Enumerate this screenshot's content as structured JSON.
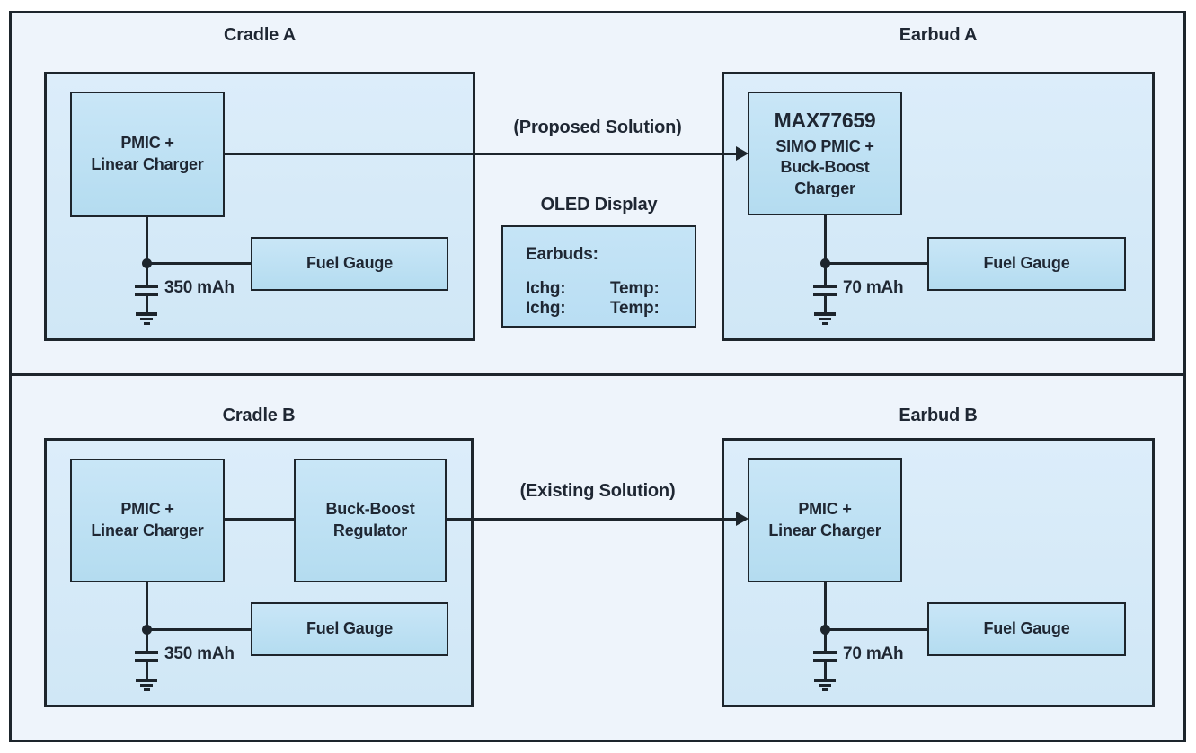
{
  "colors": {
    "line": "#1d252c",
    "text": "#1f2733",
    "panel_fill": "#eef4fb",
    "box_fill": "#d6eaf8",
    "block_fill": "#bee0f4"
  },
  "sections": [
    {
      "solution_label": "(Proposed Solution)",
      "cradle": {
        "title": "Cradle A",
        "block": {
          "lines": [
            "PMIC +",
            "Linear Charger"
          ]
        },
        "fuel_gauge": "Fuel Gauge",
        "battery_label": "350 mAh"
      },
      "oled": {
        "title": "OLED Display",
        "header": "Earbuds:",
        "rows": [
          {
            "ichg": "Ichg:",
            "temp": "Temp:"
          },
          {
            "ichg": "Ichg:",
            "temp": "Temp:"
          }
        ]
      },
      "earbud": {
        "title": "Earbud A",
        "block": {
          "heading": "MAX77659",
          "lines": [
            "SIMO PMIC +",
            "Buck-Boost",
            "Charger"
          ]
        },
        "fuel_gauge": "Fuel Gauge",
        "battery_label": "70 mAh"
      }
    },
    {
      "solution_label": "(Existing Solution)",
      "cradle": {
        "title": "Cradle B",
        "block": {
          "lines": [
            "PMIC +",
            "Linear Charger"
          ]
        },
        "regulator": {
          "lines": [
            "Buck-Boost",
            "Regulator"
          ]
        },
        "fuel_gauge": "Fuel Gauge",
        "battery_label": "350 mAh"
      },
      "earbud": {
        "title": "Earbud B",
        "block": {
          "lines": [
            "PMIC +",
            "Linear Charger"
          ]
        },
        "fuel_gauge": "Fuel Gauge",
        "battery_label": "70 mAh"
      }
    }
  ]
}
